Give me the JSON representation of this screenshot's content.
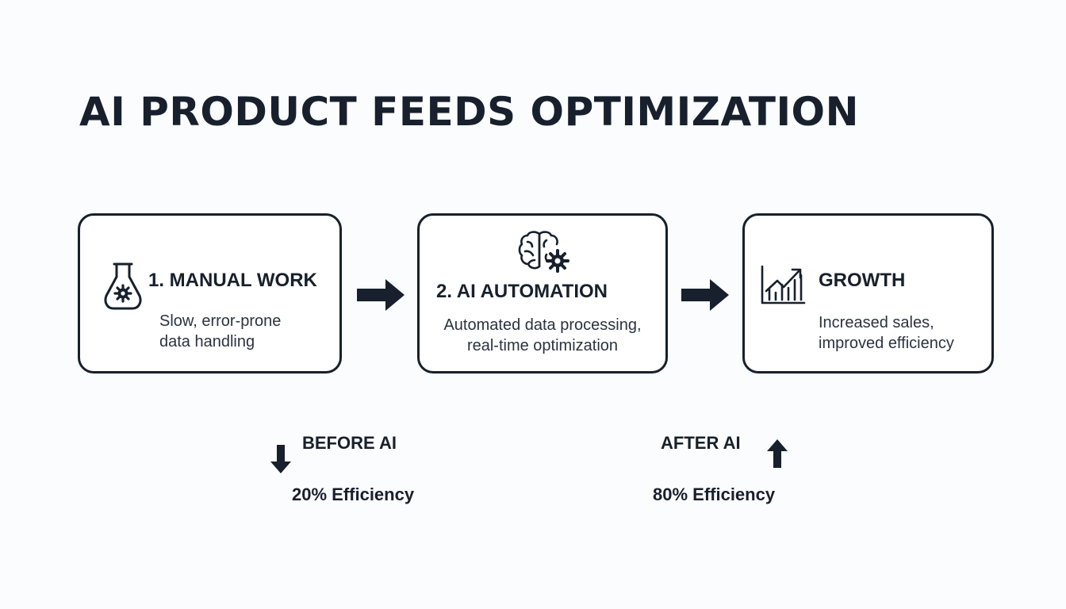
{
  "title": "AI PRODUCT FEEDS OPTIMIZATION",
  "steps": [
    {
      "title": "1. MANUAL WORK",
      "line1": "Slow, error-prone",
      "line2": "data handling",
      "icon": "flask-gear-icon"
    },
    {
      "title": "2. AI AUTOMATION",
      "line1": "Automated data processing,",
      "line2": "real-time optimization",
      "icon": "brain-gear-icon"
    },
    {
      "title": "GROWTH",
      "line1": "Increased sales,",
      "line2": "improved efficiency",
      "icon": "growth-chart-icon"
    }
  ],
  "before": {
    "label": "BEFORE AI",
    "value": "20% Efficiency",
    "icon": "arrow-down-icon"
  },
  "after": {
    "label": "AFTER AI",
    "value": "80% Efficiency",
    "icon": "arrow-up-icon"
  },
  "colors": {
    "ink": "#17202c",
    "background": "#fbfcfd"
  }
}
